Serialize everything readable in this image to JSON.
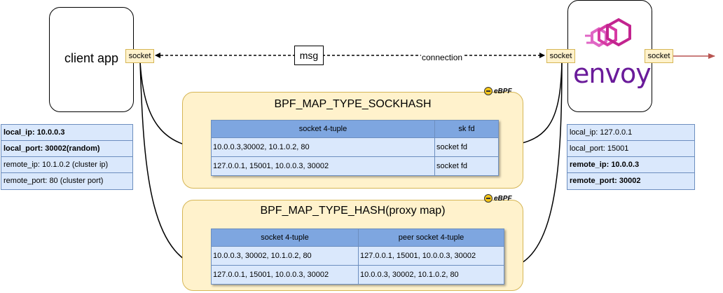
{
  "client": {
    "label": "client app",
    "socket_label": "socket",
    "info": [
      {
        "key": "local_ip:",
        "value": "10.0.0.3",
        "bold": true
      },
      {
        "key": "local_port:",
        "value": "30002(random)",
        "bold": true
      },
      {
        "key": "remote_ip:",
        "value": "10.1.0.2 (cluster ip)",
        "bold": false
      },
      {
        "key": "remote_port:",
        "value": "80 (cluster port)",
        "bold": false
      }
    ]
  },
  "envoy": {
    "label": "envoy",
    "socket_left_label": "socket",
    "socket_right_label": "socket",
    "info": [
      {
        "key": "local_ip:",
        "value": "127.0.0.1",
        "bold": false
      },
      {
        "key": "local_port:",
        "value": "15001",
        "bold": false
      },
      {
        "key": "remote_ip:",
        "value": "10.0.0.3",
        "bold": true
      },
      {
        "key": "remote_port:",
        "value": "30002",
        "bold": true
      }
    ]
  },
  "connection": {
    "msg_label": "msg",
    "connection_label": "connection"
  },
  "sockhash": {
    "title": "BPF_MAP_TYPE_SOCKHASH",
    "badge": "eBPF",
    "headers": [
      "socket 4-tuple",
      "sk fd"
    ],
    "rows": [
      [
        "10.0.0.3,30002, 10.1.0.2, 80",
        "socket fd"
      ],
      [
        "127.0.0.1, 15001, 10.0.0.3, 30002",
        "socket fd"
      ]
    ]
  },
  "proxymap": {
    "title": "BPF_MAP_TYPE_HASH(proxy map)",
    "badge": "eBPF",
    "headers": [
      "socket 4-tuple",
      "peer socket 4-tuple"
    ],
    "rows": [
      [
        "10.0.0.3, 30002, 10.1.0.2, 80",
        "127.0.0.1, 15001, 10.0.0.3, 30002"
      ],
      [
        "127.0.0.1, 15001, 10.0.0.3, 30002",
        "10.0.0.3, 30002, 10.1.0.2, 80"
      ]
    ]
  },
  "colors": {
    "info_fill": "#dae8fc",
    "info_stroke": "#6c8ebf",
    "header_fill": "#7ea6e0",
    "panel_fill": "#fff2cc",
    "panel_stroke": "#d6b656",
    "envoy_purple": "#6a1b9a",
    "envoy_magenta": "#d63aa3",
    "outgoing_arrow": "#b85450"
  }
}
